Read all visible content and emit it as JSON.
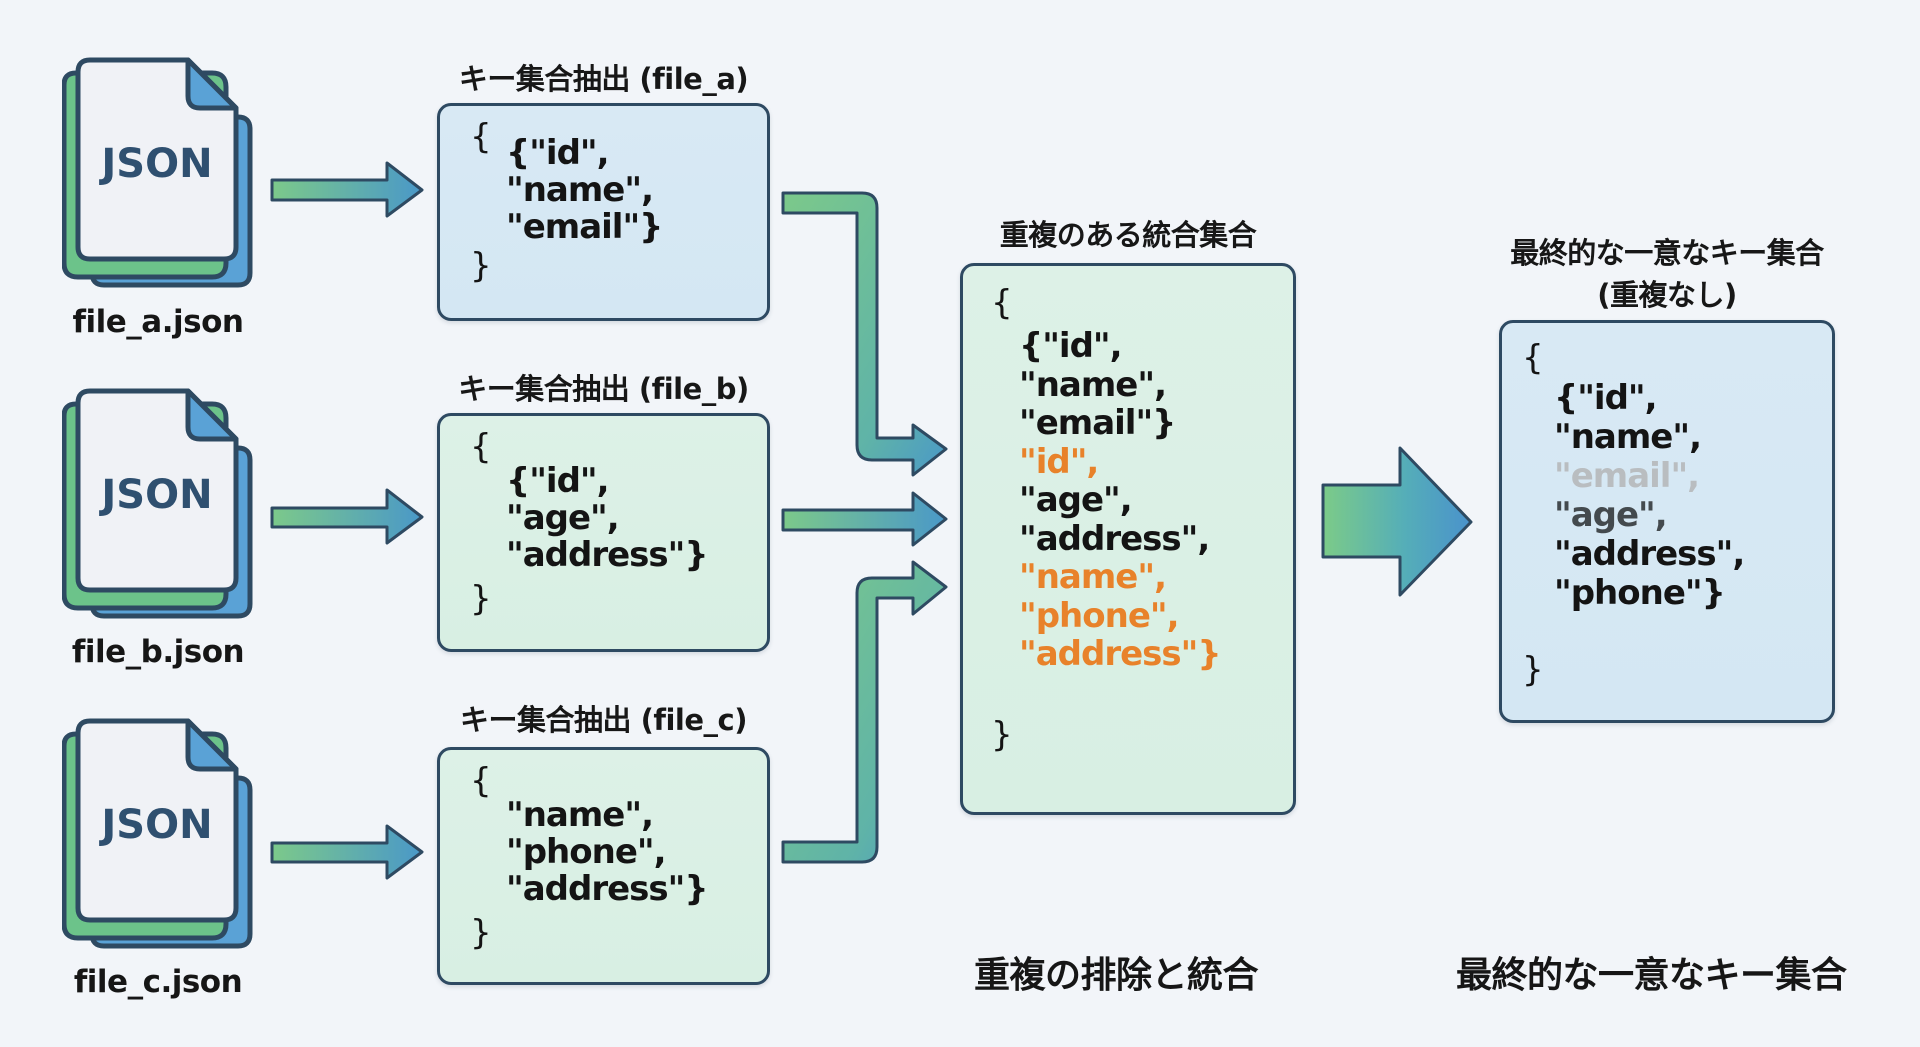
{
  "colors": {
    "background": "#F2F5F9",
    "outline": "#2E4A62",
    "arrow_start": "#7CC98A",
    "arrow_end": "#4A98C8",
    "duplicate_text": "#E8822A",
    "removed_text": "#B9BDC0",
    "icon_page_fill": "#F0F2F6",
    "icon_green_sheet": "#6CC38A",
    "icon_blue_sheet": "#5AA2D6",
    "icon_text": "#2F5070"
  },
  "sources": [
    {
      "icon": "json-file-icon",
      "icon_text": "JSON",
      "filename": "file_a.json",
      "extract_title": "キー集合抽出 (file_a)",
      "box_style": "blue",
      "lines": [
        {
          "text": "{",
          "type": "brace"
        },
        {
          "text": "{\"id\",",
          "type": "key"
        },
        {
          "text": "\"name\",",
          "type": "key"
        },
        {
          "text": "\"email\"}",
          "type": "key"
        },
        {
          "text": "}",
          "type": "brace"
        }
      ]
    },
    {
      "icon": "json-file-icon",
      "icon_text": "JSON",
      "filename": "file_b.json",
      "extract_title": "キー集合抽出 (file_b)",
      "box_style": "green",
      "lines": [
        {
          "text": "{",
          "type": "brace"
        },
        {
          "text": "{\"id\",",
          "type": "key"
        },
        {
          "text": "\"age\",",
          "type": "key"
        },
        {
          "text": "\"address\"}",
          "type": "key"
        },
        {
          "text": "}",
          "type": "brace"
        }
      ]
    },
    {
      "icon": "json-file-icon",
      "icon_text": "JSON",
      "filename": "file_c.json",
      "extract_title": "キー集合抽出 (file_c)",
      "box_style": "green",
      "lines": [
        {
          "text": "{",
          "type": "brace"
        },
        {
          "text": "\"name\",",
          "type": "key"
        },
        {
          "text": "\"phone\",",
          "type": "key"
        },
        {
          "text": "\"address\"}",
          "type": "key"
        },
        {
          "text": "}",
          "type": "brace"
        }
      ]
    }
  ],
  "merged": {
    "title": "重複のある統合集合",
    "caption": "重複の排除と統合",
    "lines": [
      {
        "text": "{",
        "type": "brace"
      },
      {
        "text": "{\"id\",",
        "type": "key"
      },
      {
        "text": "\"name\",",
        "type": "key"
      },
      {
        "text": "\"email\"}",
        "type": "key"
      },
      {
        "text": "\"id\",",
        "type": "duplicate"
      },
      {
        "text": "\"age\",",
        "type": "key"
      },
      {
        "text": "\"address\",",
        "type": "key"
      },
      {
        "text": "\"name\",",
        "type": "duplicate"
      },
      {
        "text": "\"phone\",",
        "type": "duplicate"
      },
      {
        "text": "\"address\"}",
        "type": "duplicate"
      },
      {
        "text": "}",
        "type": "brace"
      }
    ]
  },
  "final": {
    "title_line1": "最終的な一意なキー集合",
    "title_line2": "(重複なし)",
    "caption": "最終的な一意なキー集合",
    "lines": [
      {
        "text": "{",
        "type": "brace"
      },
      {
        "text": "{\"id\",",
        "type": "key"
      },
      {
        "text": "\"name\",",
        "type": "key"
      },
      {
        "text": "\"email\",",
        "type": "removed"
      },
      {
        "text": "\"age\",",
        "type": "faded"
      },
      {
        "text": "\"address\",",
        "type": "key"
      },
      {
        "text": "\"phone\"}",
        "type": "key"
      },
      {
        "text": "}",
        "type": "brace"
      }
    ]
  }
}
